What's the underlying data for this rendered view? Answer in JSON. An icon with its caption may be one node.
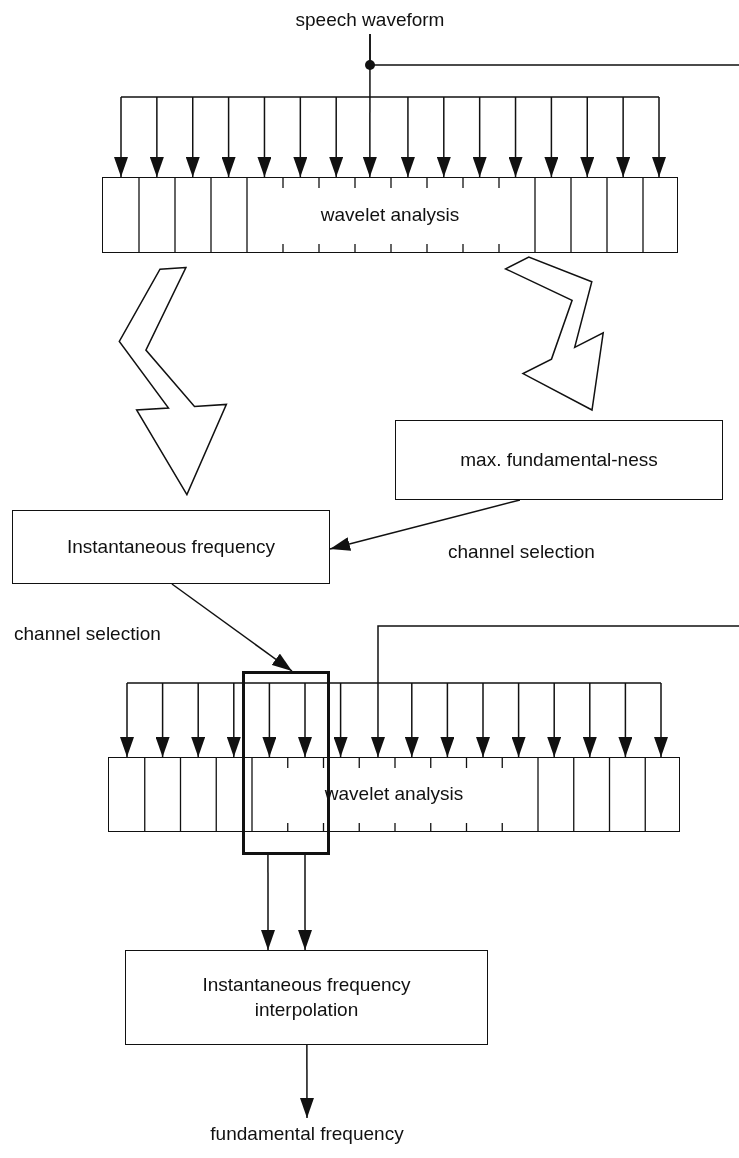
{
  "diagram": {
    "nodes": [
      {
        "text": [
          "speech waveform"
        ]
      },
      {
        "text": [
          "wavelet analysis"
        ]
      },
      {
        "text": [
          "max. fundamental-ness"
        ]
      },
      {
        "text": [
          "Instantaneous frequency"
        ]
      },
      {
        "text": [
          "wavelet analysis"
        ]
      },
      {
        "text": [],
        "shape": "box"
      },
      {
        "text": [
          "Instantaneous frequency interpolation"
        ]
      },
      {
        "text": [
          "fundamental frequency"
        ]
      }
    ],
    "edges": [
      {
        "from": 0,
        "to": 1,
        "arrow": "to"
      },
      {
        "from": 0,
        "to": null,
        "arrow": "none"
      },
      {
        "from": null,
        "to": 4,
        "arrow": "to"
      },
      {
        "from": 1,
        "to": 3,
        "arrow": "to",
        "style": "thick"
      },
      {
        "from": 1,
        "to": 2,
        "arrow": "to",
        "style": "thick"
      },
      {
        "from": 2,
        "to": 3,
        "arrow": "to",
        "label": "channel selection"
      },
      {
        "from": 3,
        "to": 5,
        "arrow": "to",
        "label": "channel selection"
      },
      {
        "from": 5,
        "to": 6,
        "arrow": "to"
      },
      {
        "from": 5,
        "to": 6,
        "arrow": "to"
      },
      {
        "from": 6,
        "to": 7,
        "arrow": "to"
      }
    ]
  }
}
